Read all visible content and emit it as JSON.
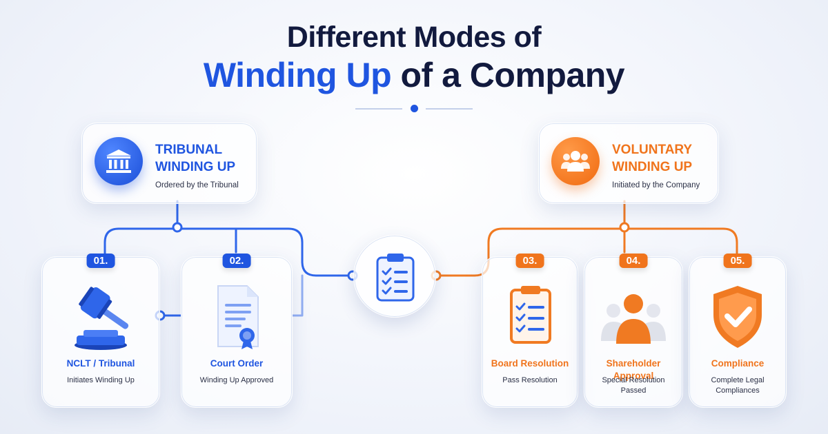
{
  "title": {
    "line1": "Different Modes of",
    "line2_accent": "Winding Up",
    "line2_rest": " of a Company"
  },
  "tribunal": {
    "title_line1": "TRIBUNAL",
    "title_line2": "WINDING UP",
    "subtitle": "Ordered by the Tribunal",
    "icon": "courthouse-icon",
    "color": "#1f55e0"
  },
  "voluntary": {
    "title_line1": "VOLUNTARY",
    "title_line2": "WINDING UP",
    "subtitle": "Initiated by the Company",
    "icon": "group-icon",
    "color": "#f0741c"
  },
  "hub": {
    "icon": "clipboard-checklist-icon"
  },
  "steps": [
    {
      "number": "01.",
      "title": "NCLT / Tribunal",
      "desc": "Initiates Winding Up",
      "icon": "gavel-icon"
    },
    {
      "number": "02.",
      "title": "Court Order",
      "desc": "Winding Up Approved",
      "icon": "certificate-document-icon"
    },
    {
      "number": "03.",
      "title": "Board Resolution",
      "desc": "Pass Resolution",
      "icon": "clipboard-checklist-icon"
    },
    {
      "number": "04.",
      "title": "Shareholder Approval",
      "title_line1": "Shareholder",
      "title_line2": "Approval",
      "desc_line1": "Special Resolution",
      "desc_line2": "Passed",
      "icon": "people-icon"
    },
    {
      "number": "05.",
      "title": "Compliance",
      "desc_line1": "Complete Legal",
      "desc_line2": "Compliances",
      "icon": "shield-check-icon"
    }
  ]
}
